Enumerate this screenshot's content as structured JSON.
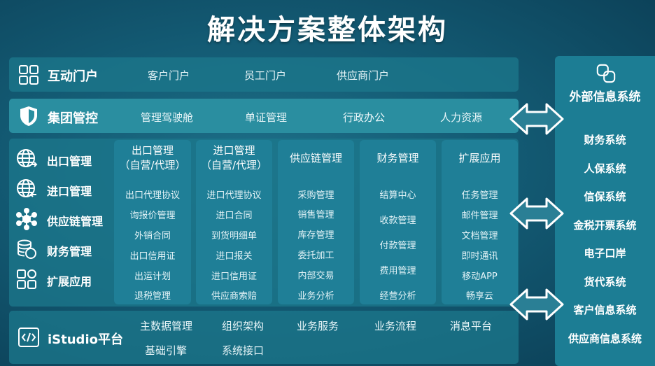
{
  "title": "解决方案整体架构",
  "portal": {
    "icon": "layout-icon",
    "name": "互动门户",
    "items": [
      "客户门户",
      "员工门户",
      "供应商门户"
    ]
  },
  "control": {
    "icon": "shield-icon",
    "name": "集团管控",
    "items": [
      "管理驾驶舱",
      "单证管理",
      "行政办公",
      "人力资源"
    ]
  },
  "sidebar": {
    "items": [
      {
        "icon": "globe-icon",
        "label": "出口管理"
      },
      {
        "icon": "globe-icon",
        "label": "进口管理"
      },
      {
        "icon": "network-icon",
        "label": "供应链管理"
      },
      {
        "icon": "coins-icon",
        "label": "财务管理"
      },
      {
        "icon": "apps-icon",
        "label": "扩展应用"
      }
    ]
  },
  "modules": [
    {
      "title": "出口管理",
      "subtitle": "（自营/代理）",
      "items": [
        "出口代理协议",
        "询报价管理",
        "外销合同",
        "出口信用证",
        "出运计划",
        "退税管理"
      ]
    },
    {
      "title": "进口管理",
      "subtitle": "（自营/代理）",
      "items": [
        "进口代理协议",
        "进口合同",
        "到货明细单",
        "进口报关",
        "进口信用证",
        "供应商索赔"
      ]
    },
    {
      "title": "供应链管理",
      "subtitle": "",
      "items": [
        "采购管理",
        "销售管理",
        "库存管理",
        "委托加工",
        "内部交易",
        "业务分析"
      ]
    },
    {
      "title": "财务管理",
      "subtitle": "",
      "items": [
        "结算中心",
        "收款管理",
        "付款管理",
        "费用管理",
        "经营分析"
      ]
    },
    {
      "title": "扩展应用",
      "subtitle": "",
      "items": [
        "任务管理",
        "邮件管理",
        "文档管理",
        "即时通讯",
        "移动APP",
        "畅享云"
      ]
    }
  ],
  "platform": {
    "icon": "code-icon",
    "name": "iStudio平台",
    "row1": [
      "主数据管理",
      "组织架构",
      "业务服务",
      "业务流程",
      "消息平台"
    ],
    "row2": [
      "基础引擎",
      "系统接口"
    ]
  },
  "external": {
    "icon": "link-icon",
    "title": "外部信息系统",
    "items": [
      "财务系统",
      "人保系统",
      "信保系统",
      "金税开票系统",
      "电子口岸",
      "货代系统",
      "客户信息系统",
      "供应商信息系统"
    ]
  },
  "colors": {
    "accent": "#2a8ea0",
    "panel": "#1f7f97",
    "background": "#135a73"
  }
}
